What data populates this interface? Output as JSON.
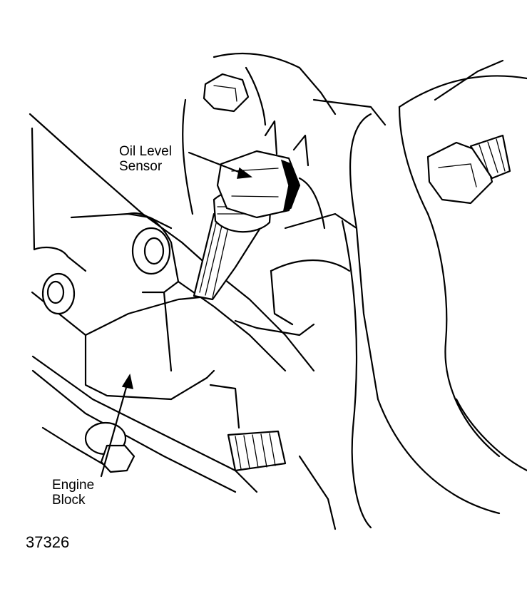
{
  "labels": {
    "oil_level_sensor_line1": "Oil Level",
    "oil_level_sensor_line2": "Sensor",
    "engine_block_line1": "Engine",
    "engine_block_line2": "Block"
  },
  "figure_number": "37326",
  "colors": {
    "ink": "#000000",
    "paper": "#ffffff"
  }
}
